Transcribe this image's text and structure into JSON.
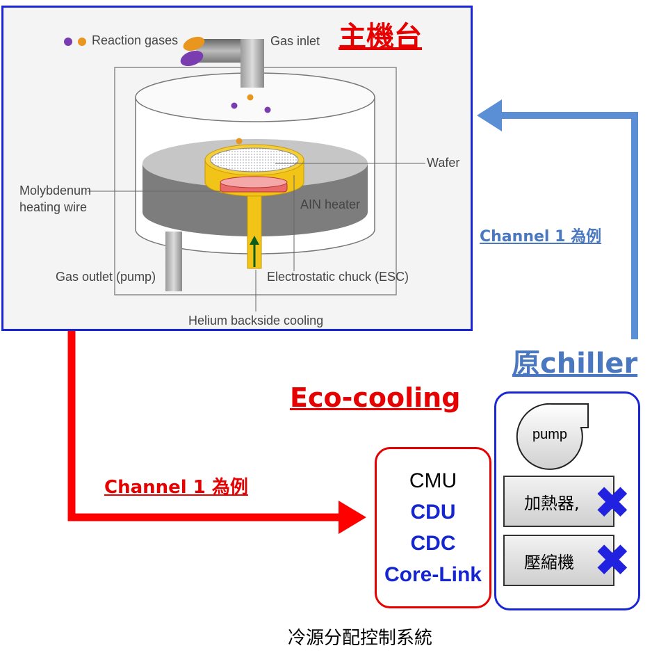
{
  "equipment": {
    "title": "主機台",
    "labels": {
      "reaction_gases": "Reaction gases",
      "gas_inlet": "Gas inlet",
      "wafer": "Wafer",
      "molybdenum_line1": "Molybdenum",
      "molybdenum_line2": "heating wire",
      "ain_heater": "AIN heater",
      "gas_outlet": "Gas outlet (pump)",
      "esc": "Electrostatic chuck (ESC)",
      "helium": "Helium backside cooling"
    }
  },
  "chiller": {
    "title": "原chiller",
    "channel_label": "Channel 1 為例",
    "pump_label": "pump",
    "heater_label": "加熱器,",
    "compressor_label": "壓縮機",
    "removed_mark": "✖"
  },
  "eco": {
    "title": "Eco-cooling",
    "channel_label": "Channel 1 為例",
    "items": [
      "CMU",
      "CDU",
      "CDC",
      "Core-Link"
    ],
    "caption": "冷源分配控制系統"
  },
  "colors": {
    "red": "#e60000",
    "blue_border": "#1a26d6",
    "blue_arrow": "#5a8fd6",
    "blue_text": "#4a78c0",
    "navy_text": "#1526d0",
    "purple_dot": "#7a3db0",
    "orange_dot": "#e8961e",
    "heater_yellow": "#f2c417"
  }
}
